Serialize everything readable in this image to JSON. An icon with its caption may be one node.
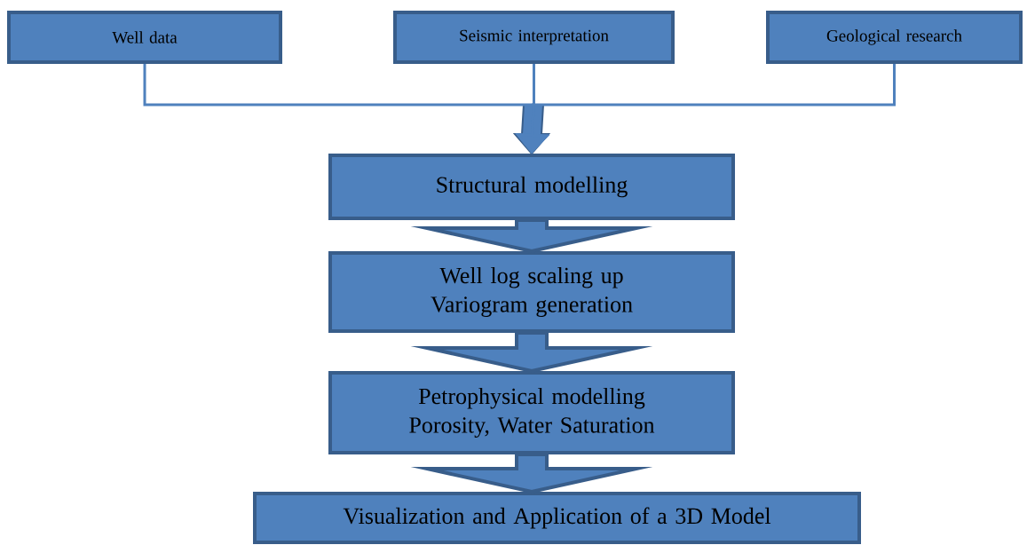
{
  "diagram": {
    "nodes": [
      {
        "text": [
          "Well data"
        ]
      },
      {
        "text": [
          "Seismic interpretation"
        ]
      },
      {
        "text": [
          "Geological research"
        ]
      },
      {
        "text": [
          "Structural modelling"
        ]
      },
      {
        "text": [
          "Well log scaling up Variogram generation"
        ]
      },
      {
        "text": [
          "Petrophysical modelling Porosity, Water Saturation"
        ]
      },
      {
        "text": [
          "Visualization and Application of a 3D Model"
        ]
      }
    ],
    "edges": [
      {
        "from": 0,
        "to": 3,
        "arrow": "to"
      },
      {
        "from": 1,
        "to": 3,
        "arrow": "to"
      },
      {
        "from": 2,
        "to": 3,
        "arrow": "to"
      },
      {
        "from": 3,
        "to": 4,
        "arrow": "to"
      },
      {
        "from": 4,
        "to": 5,
        "arrow": "to"
      },
      {
        "from": 5,
        "to": 6,
        "arrow": "to"
      }
    ]
  }
}
